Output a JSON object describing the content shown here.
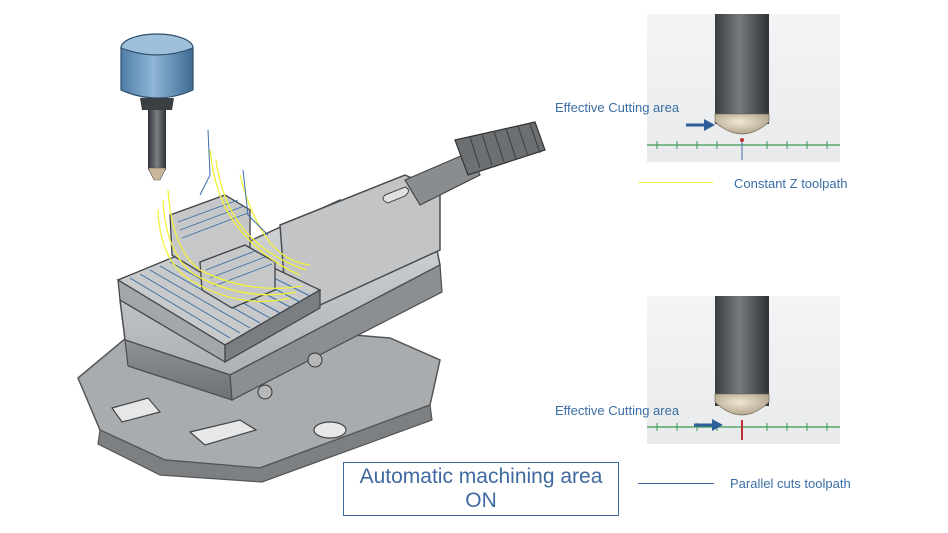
{
  "panels": [
    {
      "cutting_label": "Effective Cutting area",
      "toolpath_label": "Constant Z toolpath",
      "toolpath_color": "#f2f23a"
    },
    {
      "cutting_label": "Effective Cutting area",
      "toolpath_label": "Parallel cuts toolpath",
      "toolpath_color": "#3a6ea5"
    }
  ],
  "mode_box": {
    "line1": "Automatic machining area",
    "line2": "ON"
  },
  "colors": {
    "accent": "#3a6ea5",
    "tool_body": "#5b5f63",
    "tool_tip": "#d9cbb3",
    "vise": "#b9bbbd",
    "spindle": "#6b9ac2",
    "arrow": "#2f5f9a",
    "ground_line": "#3c9a55"
  }
}
